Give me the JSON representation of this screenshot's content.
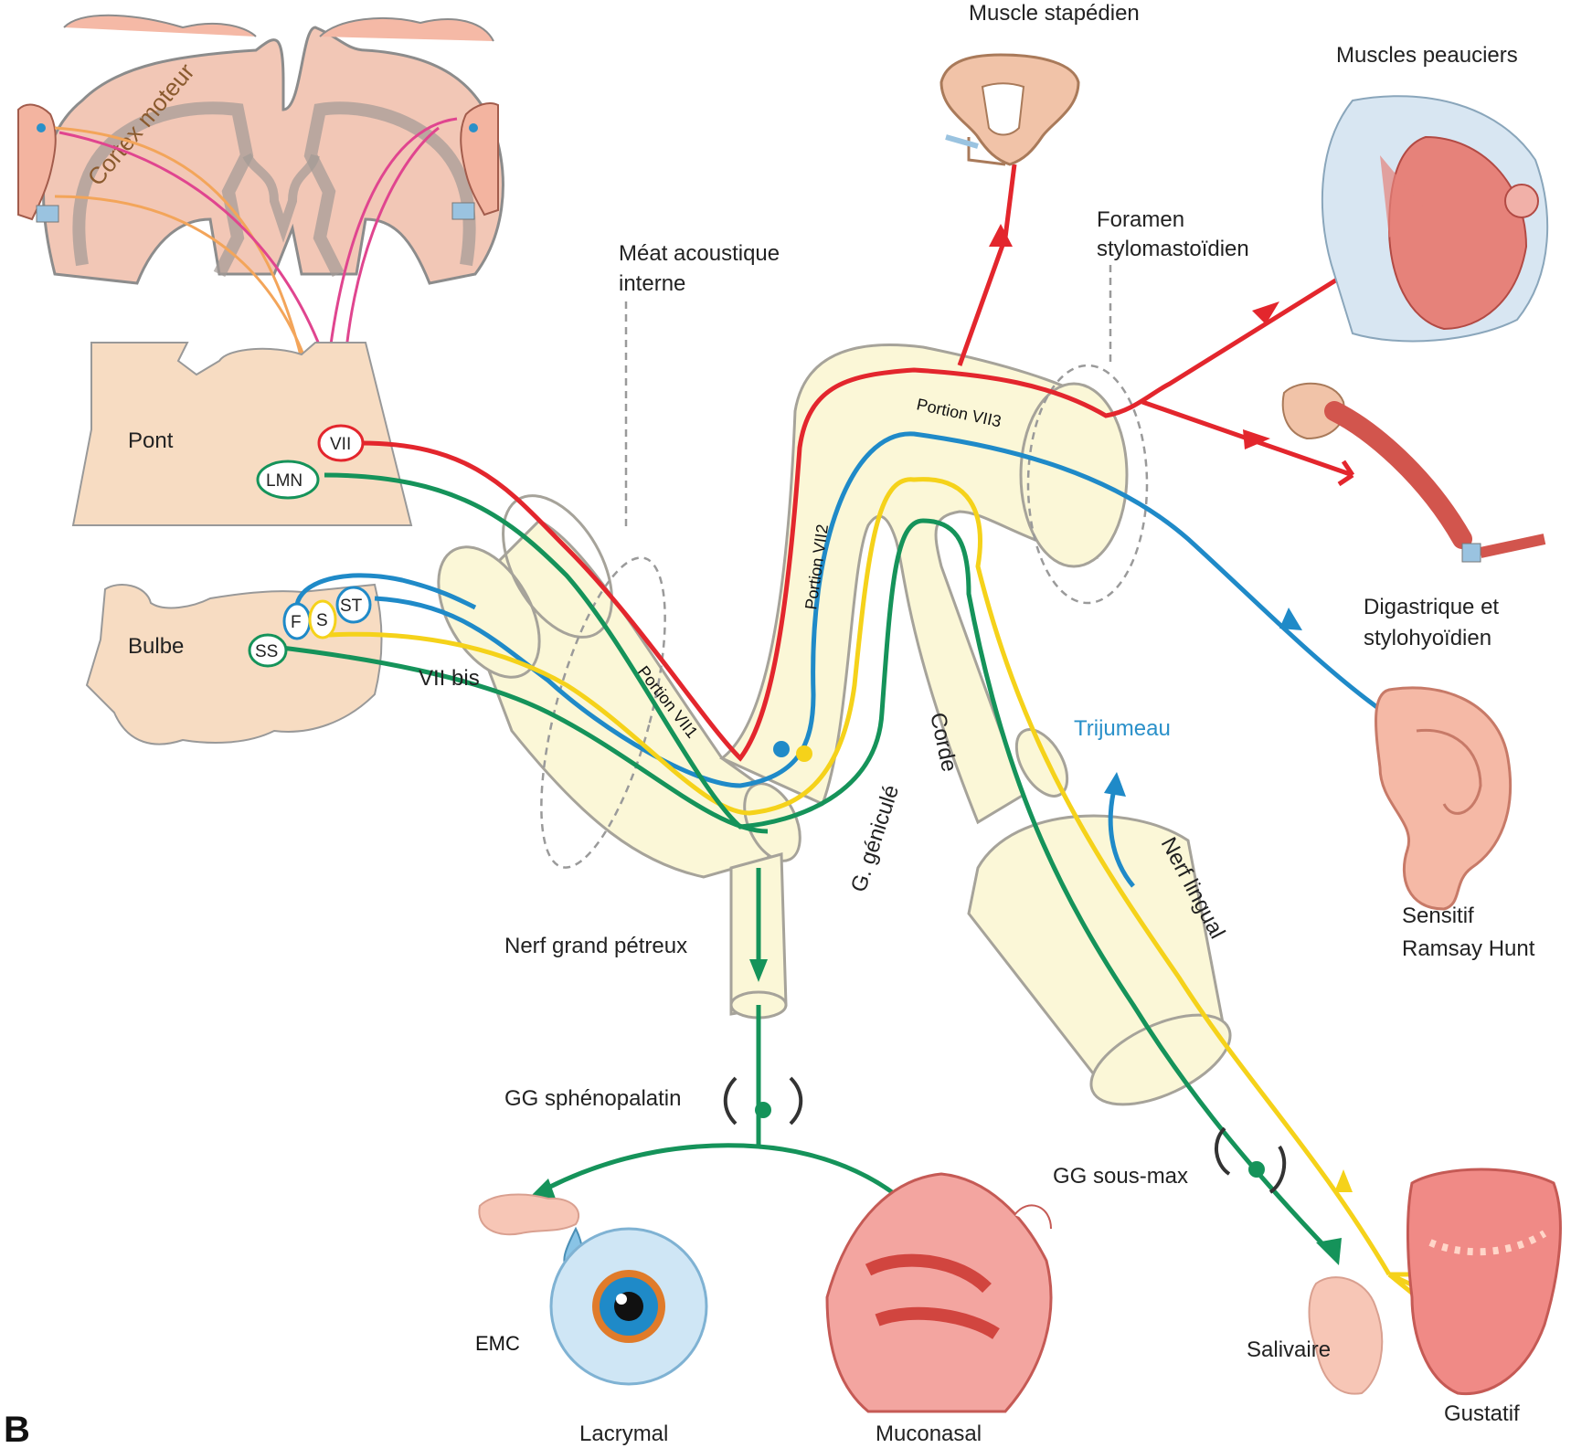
{
  "figure_letter": "B",
  "regions": {
    "cortex": "Cortex moteur",
    "pont": "Pont",
    "bulbe": "Bulbe"
  },
  "nuclei": {
    "vii": "VII",
    "lmn": "LMN",
    "f": "F",
    "s": "S",
    "st": "ST",
    "ss": "SS"
  },
  "nerve_segments": {
    "vii_bis": "VII bis",
    "portion1": "Portion VII1",
    "portion2": "Portion VII2",
    "portion3": "Portion VII3",
    "ganglion": "G. géniculé",
    "corde": "Corde",
    "lingual": "Nerf lingual",
    "grand_petreux": "Nerf grand pétreux",
    "trijumeau": "Trijumeau"
  },
  "landmarks": {
    "meat_line1": "Méat acoustique",
    "meat_line2": "interne",
    "foramen_line1": "Foramen",
    "foramen_line2": "stylomastoïdien",
    "gg_spheno": "GG sphénopalatin",
    "gg_sousmax": "GG sous-max"
  },
  "targets": {
    "stapedien": "Muscle stapédien",
    "peauciers": "Muscles peauciers",
    "digastrique_line1": "Digastrique et",
    "digastrique_line2": "stylohyoïdien",
    "sensitif_line1": "Sensitif",
    "sensitif_line2": "Ramsay Hunt",
    "lacrymal": "Lacrymal",
    "muconasal": "Muconasal",
    "salivaire": "Salivaire",
    "gustatif": "Gustatif"
  },
  "logo": "EMC",
  "colors": {
    "motor": "#e3262d",
    "sensory": "#1f8ac8",
    "taste": "#f5d21a",
    "parasympathetic": "#15935a",
    "cortex_orange": "#f3a55a",
    "cortex_pink": "#e0458f",
    "nerve_sheath": "#fbf7d7",
    "brainstem": "#f7dcc2",
    "trijumeau_text": "#2a90c9"
  }
}
